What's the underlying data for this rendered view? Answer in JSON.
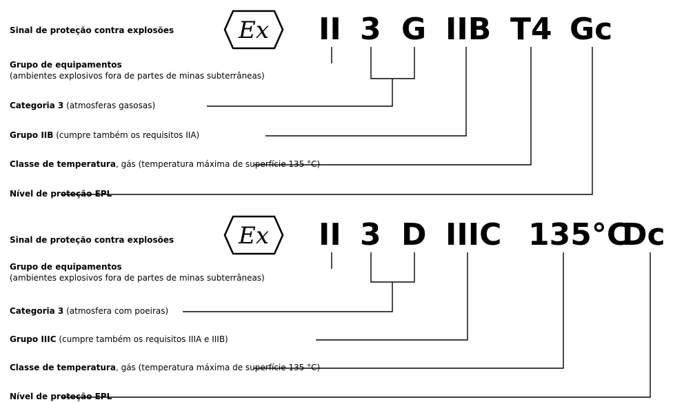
{
  "block1": {
    "title": "Sinal de proteção contra explosões",
    "codes": [
      "II",
      "3",
      "G",
      "IIB",
      "T4",
      "Gc"
    ],
    "equip_group_title": "Grupo de equipamentos",
    "equip_group_desc": "(ambientes explosivos fora de partes de minas subterrâneas)",
    "category_bold": "Categoria 3",
    "category_rest": " (atmosferas gasosas)",
    "group_bold": "Grupo IIB",
    "group_rest": " (cumpre também os requisitos IIA)",
    "temp_bold": "Classe de temperatura",
    "temp_rest": ", gás (temperatura máxima de superfície 135 °C)",
    "epl": "Nível de proteção EPL"
  },
  "block2": {
    "title": "Sinal de proteção contra explosões",
    "codes": [
      "II",
      "3",
      "D",
      "IIIC",
      "135°C",
      "Dc"
    ],
    "equip_group_title": "Grupo de equipamentos",
    "equip_group_desc": "(ambientes explosivos fora de partes de minas subterrâneas)",
    "category_bold": "Categoria 3",
    "category_rest": " (atmosfera com poeiras)",
    "group_bold": "Grupo IIIC",
    "group_rest": " (cumpre também os requisitos IIIA e IIIB)",
    "temp_bold": "Classe de temperatura",
    "temp_rest": ", gás (temperatura máxima de superfície 135 °C)",
    "epl": "Nível de proteção EPL"
  },
  "ex_logo_text": "Ex"
}
